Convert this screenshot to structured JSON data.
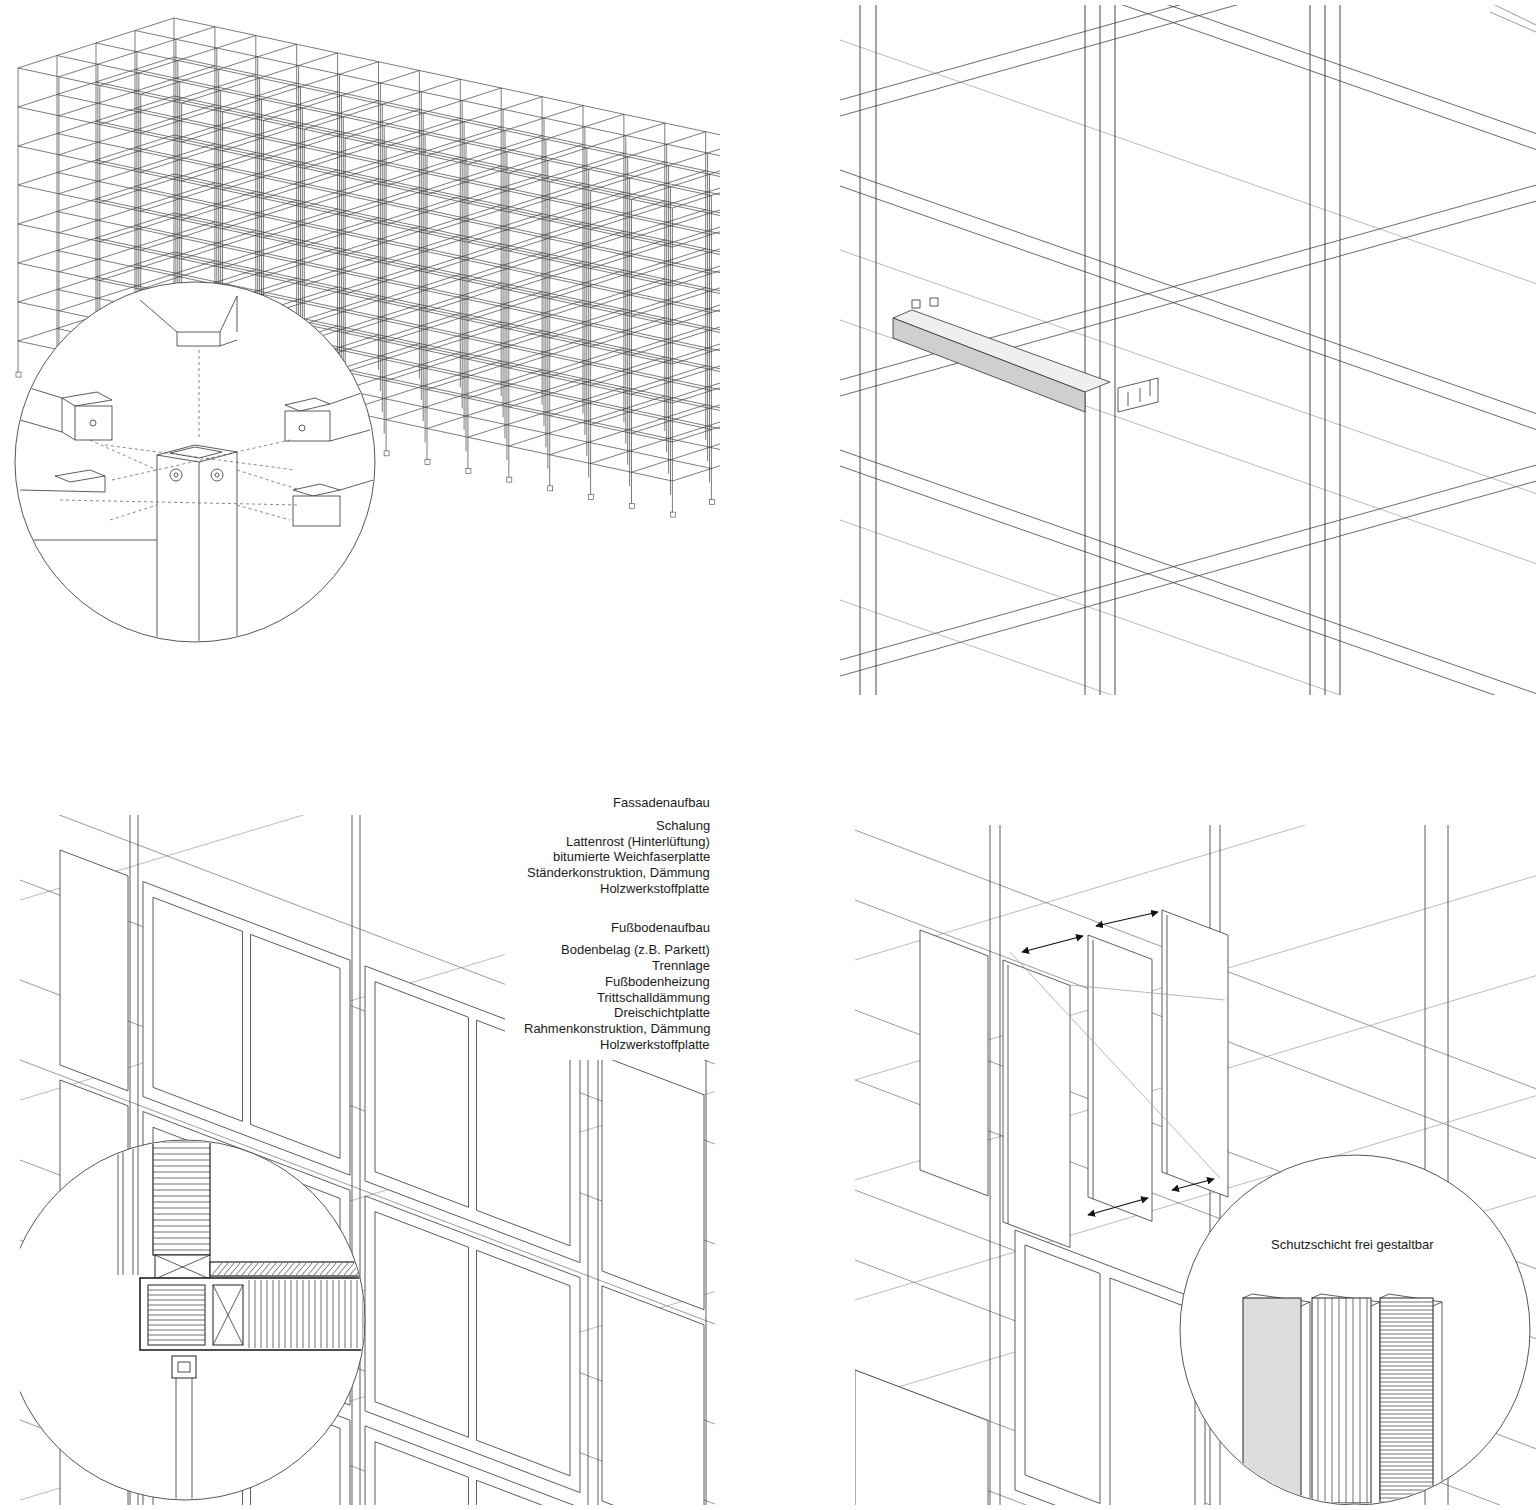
{
  "diagram": {
    "labels": [
      "Fassadenaufbau",
      "Schalung",
      "Lattenrost (Hinterlüftung)",
      "bitumierte Weichfaserplatte",
      "Ständerkonstruktion, Dämmung",
      "Holzwerkstoffplatte",
      "Fußbodenaufbau",
      "Bodenbelag (z.B. Parkett)",
      "Trennlage",
      "Fußbodenheizung",
      "Trittschalldämmung",
      "Dreischichtplatte",
      "Rahmenkonstruktion, Dämmung",
      "Holzwerkstoffplatte",
      "Schutzschicht frei gestaltbar"
    ]
  }
}
